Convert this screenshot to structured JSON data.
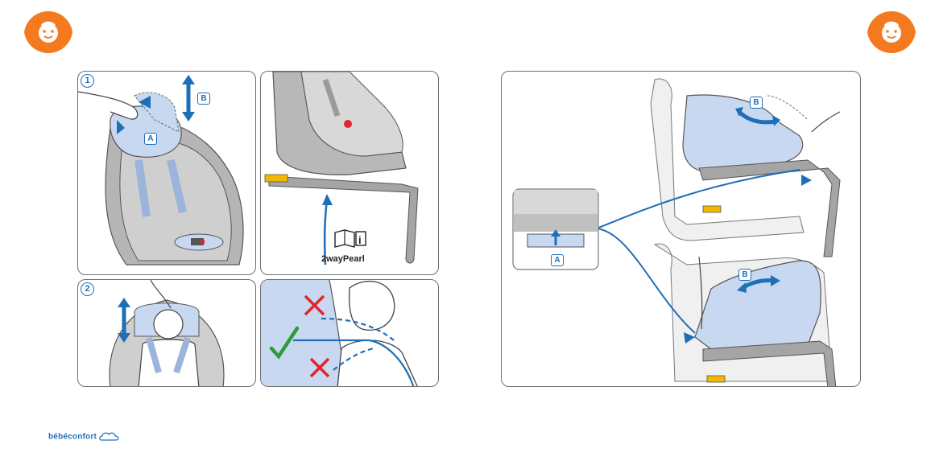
{
  "header": {
    "left_icon": "baby-face-icon",
    "right_icon": "baby-face-icon",
    "accent_color": "#f47a20"
  },
  "left_page": {
    "step1": {
      "number": "1",
      "label_b": "B",
      "label_a": "A"
    },
    "manual_panel": {
      "icon": "info-book-icon",
      "label": "2wayPearl"
    },
    "step2": {
      "number": "2"
    },
    "position_panel": {
      "wrong_icon": "red-cross-icon",
      "right_icon": "green-check-icon"
    }
  },
  "right_page": {
    "detail_label_a": "A",
    "top_label_b": "B",
    "bottom_label_b": "B"
  },
  "footer": {
    "brand": "bébéconfort"
  },
  "colors": {
    "blue": "#1e6fb8",
    "light_blue": "#c8d8f0",
    "grey": "#9a9a9a",
    "yellow": "#f2b800",
    "red": "#e0262c",
    "green": "#2e9b3a"
  }
}
